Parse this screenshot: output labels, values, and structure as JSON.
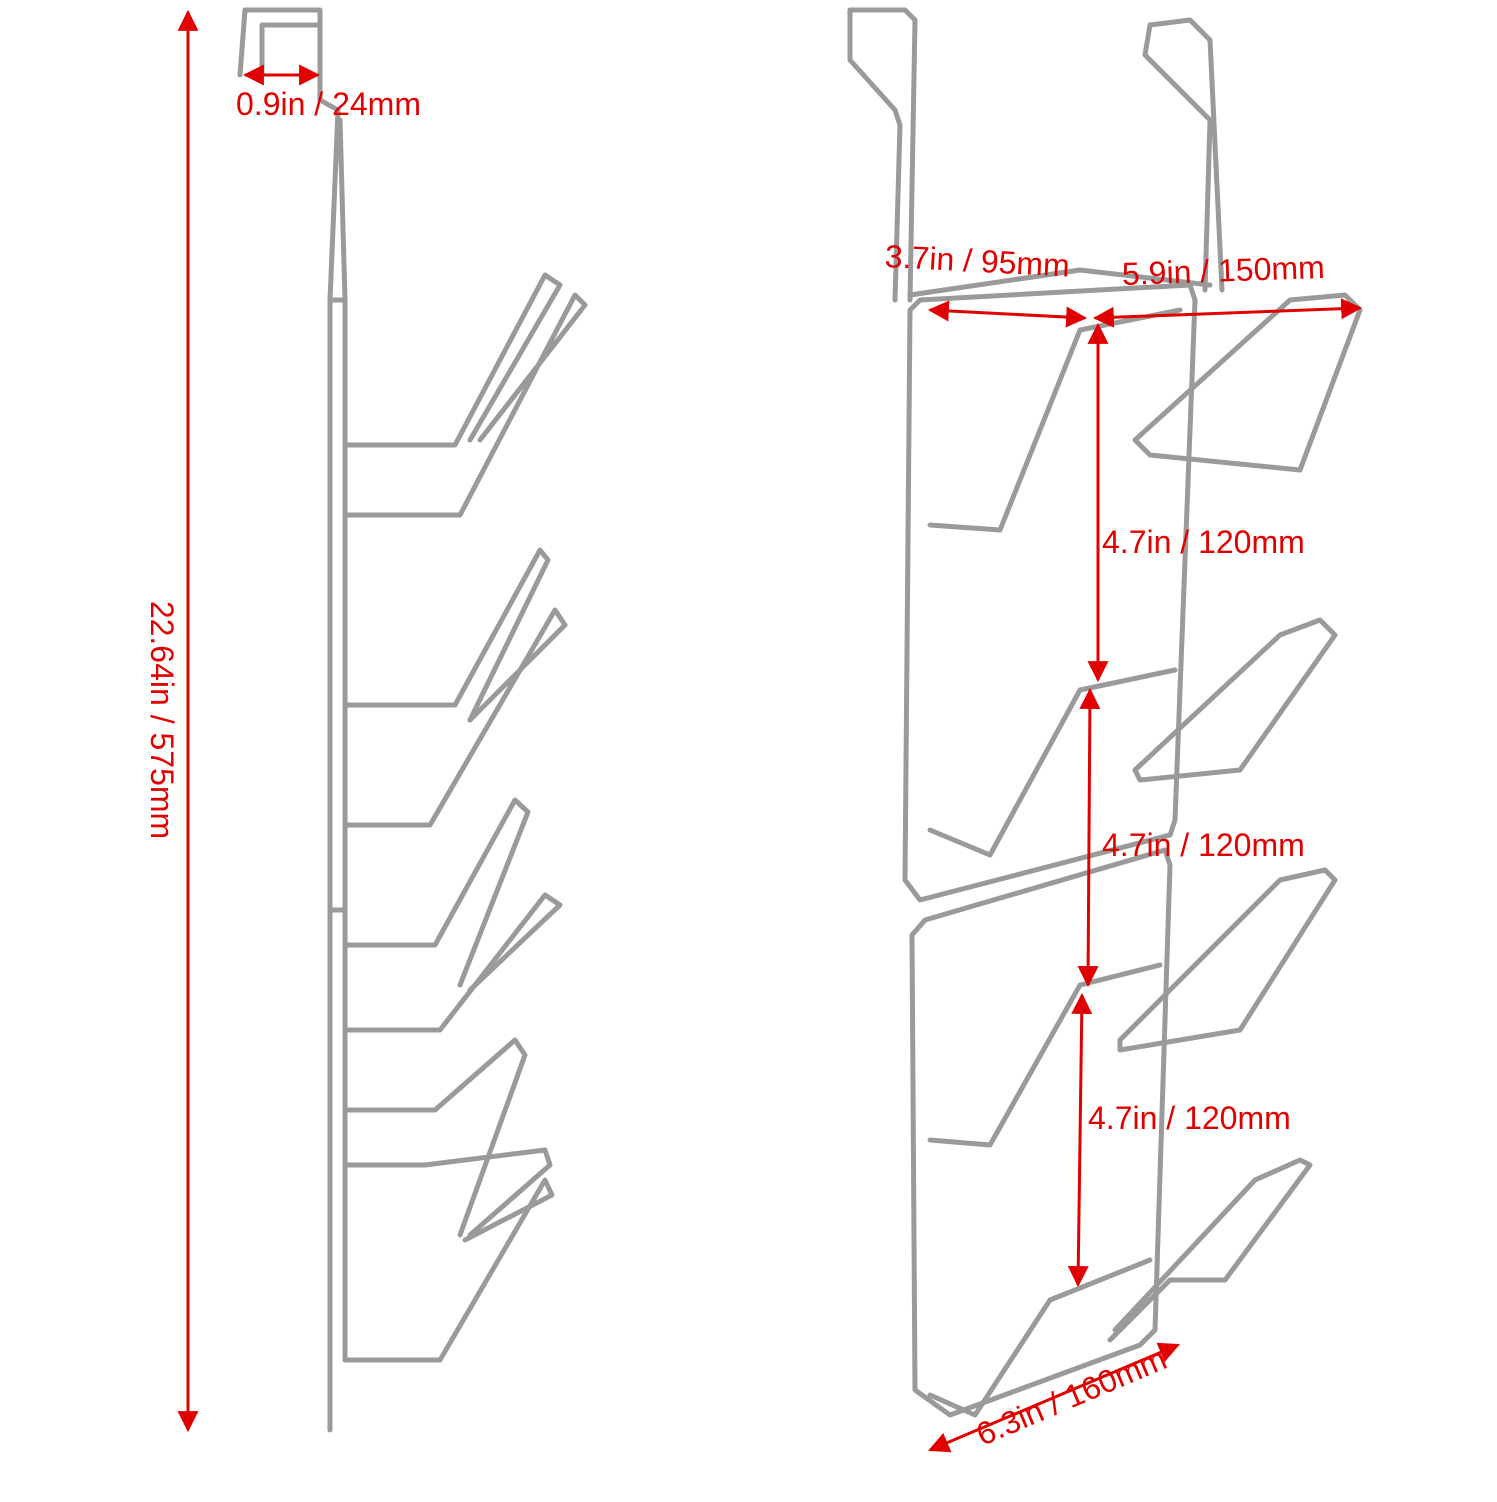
{
  "colors": {
    "dimension": "#e00000",
    "wire": "#9a9a9a",
    "background": "#ffffff"
  },
  "dimensions": {
    "hook_depth": "0.9in / 24mm",
    "total_height": "22.64in / 575mm",
    "upper_width_left": "3.7in / 95mm",
    "upper_width_right": "5.9in / 150mm",
    "tier_spacing_1": "4.7in / 120mm",
    "tier_spacing_2": "4.7in / 120mm",
    "tier_spacing_3": "4.7in / 120mm",
    "base_width": "6.3in / 160mm"
  }
}
